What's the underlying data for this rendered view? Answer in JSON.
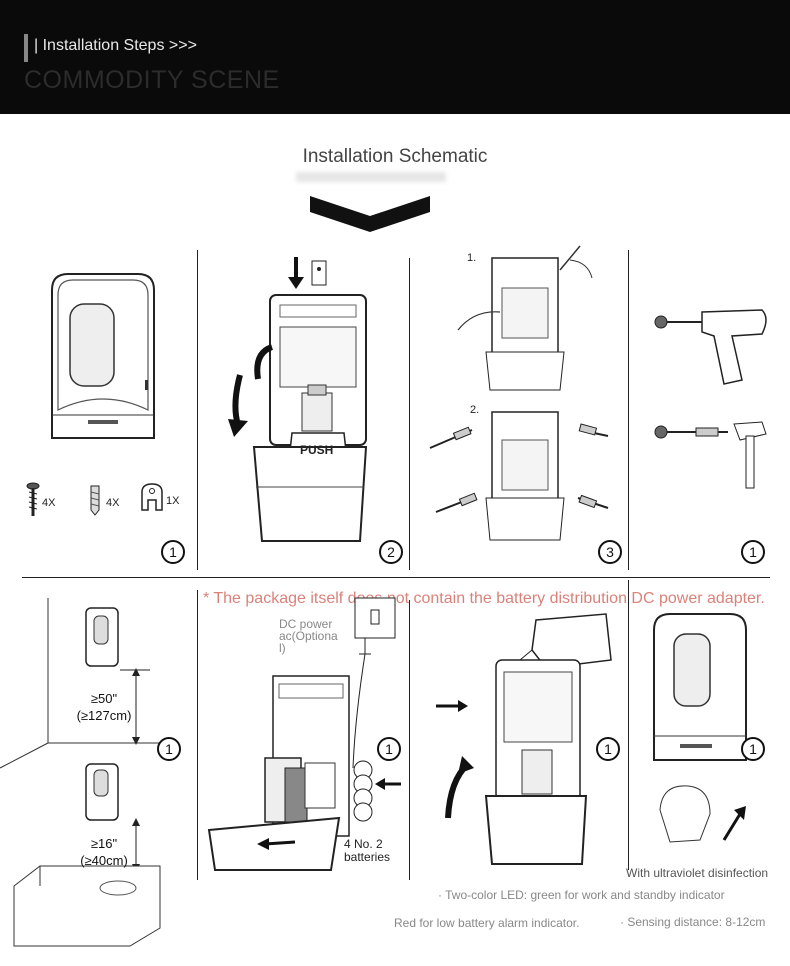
{
  "header": {
    "steps_label": "| Installation Steps >>>",
    "scene_label": "COMMODITY SCENE"
  },
  "schematic": {
    "title": "Installation Schematic"
  },
  "parts": [
    {
      "name": "screw",
      "qty": "4X"
    },
    {
      "name": "anchor",
      "qty": "4X"
    },
    {
      "name": "key",
      "qty": "1X"
    }
  ],
  "step_numbers": {
    "p1": "1",
    "p2": "2",
    "p3": "3",
    "p4": "1",
    "p5": "1",
    "p6": "1",
    "p7": "1",
    "p8": "1"
  },
  "panel3": {
    "sub1": "1.",
    "sub2": "2."
  },
  "push_label": "PUSH",
  "notice": "* The package itself does not contain the battery distribution DC power adapter.",
  "height_top": {
    "line1": "≥50\"",
    "line2": "(≥127cm)"
  },
  "height_bottom": {
    "line1": "≥16\"",
    "line2": "(≥40cm)"
  },
  "adapter": {
    "line1": "DC power",
    "line2": "ac(Optiona",
    "line3": "l)"
  },
  "batteries": {
    "line1": "4 No. 2",
    "line2": "batteries"
  },
  "features": {
    "uv": "With ultraviolet disinfection",
    "led": "· Two-color LED: green for work and standby indicator",
    "battery": "Red for low battery alarm indicator.",
    "sensing": "· Sensing distance: 8-12cm"
  },
  "colors": {
    "banner": "#0a0a0a",
    "notice": "#d9827a"
  }
}
